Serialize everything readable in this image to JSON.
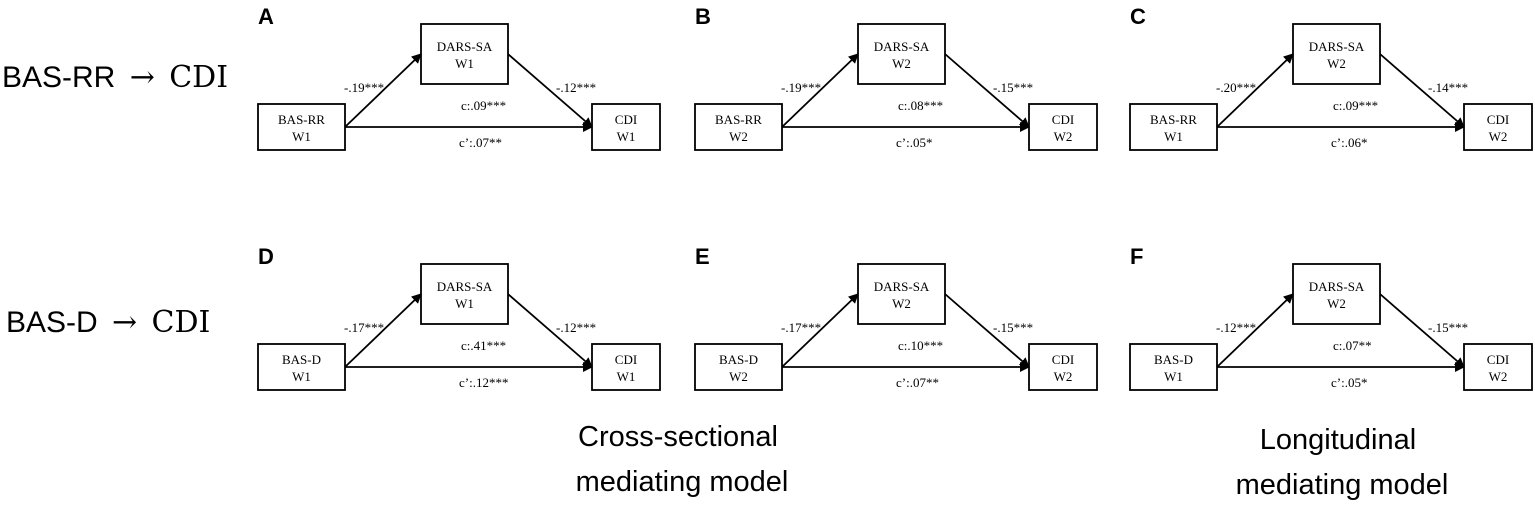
{
  "row_titles": [
    {
      "predictor": "BAS-RR",
      "arrow": "→",
      "outcome": "CDI"
    },
    {
      "predictor": "BAS-D",
      "arrow": "→",
      "outcome": "CDI"
    }
  ],
  "panels": [
    {
      "letter": "A",
      "predictor": [
        "BAS-RR",
        "W1"
      ],
      "mediator": [
        "DARS-SA",
        "W1"
      ],
      "outcome": [
        "CDI",
        "W1"
      ],
      "a": "-.19***",
      "b": "-.12***",
      "c": "c:.09***",
      "c_prime": "c’:.07**"
    },
    {
      "letter": "B",
      "predictor": [
        "BAS-RR",
        "W2"
      ],
      "mediator": [
        "DARS-SA",
        "W2"
      ],
      "outcome": [
        "CDI",
        "W2"
      ],
      "a": "-.19***",
      "b": "-.15***",
      "c": "c:.08***",
      "c_prime": "c’:.05*"
    },
    {
      "letter": "C",
      "predictor": [
        "BAS-RR",
        "W1"
      ],
      "mediator": [
        "DARS-SA",
        "W2"
      ],
      "outcome": [
        "CDI",
        "W2"
      ],
      "a": "-.20***",
      "b": "-.14***",
      "c": "c:.09***",
      "c_prime": "c’:.06*"
    },
    {
      "letter": "D",
      "predictor": [
        "BAS-D",
        "W1"
      ],
      "mediator": [
        "DARS-SA",
        "W1"
      ],
      "outcome": [
        "CDI",
        "W1"
      ],
      "a": "-.17***",
      "b": "-.12***",
      "c": "c:.41***",
      "c_prime": "c’:.12***"
    },
    {
      "letter": "E",
      "predictor": [
        "BAS-D",
        "W2"
      ],
      "mediator": [
        "DARS-SA",
        "W2"
      ],
      "outcome": [
        "CDI",
        "W2"
      ],
      "a": "-.17***",
      "b": "-.15***",
      "c": "c:.10***",
      "c_prime": "c’:.07**"
    },
    {
      "letter": "F",
      "predictor": [
        "BAS-D",
        "W1"
      ],
      "mediator": [
        "DARS-SA",
        "W2"
      ],
      "outcome": [
        "CDI",
        "W2"
      ],
      "a": "-.12***",
      "b": "-.15***",
      "c": "c:.07**",
      "c_prime": "c’:.05*"
    }
  ],
  "captions": [
    {
      "lines": [
        "Cross-sectional",
        "mediating model"
      ]
    },
    {
      "lines": [
        "Longitudinal",
        "mediating model"
      ]
    }
  ]
}
